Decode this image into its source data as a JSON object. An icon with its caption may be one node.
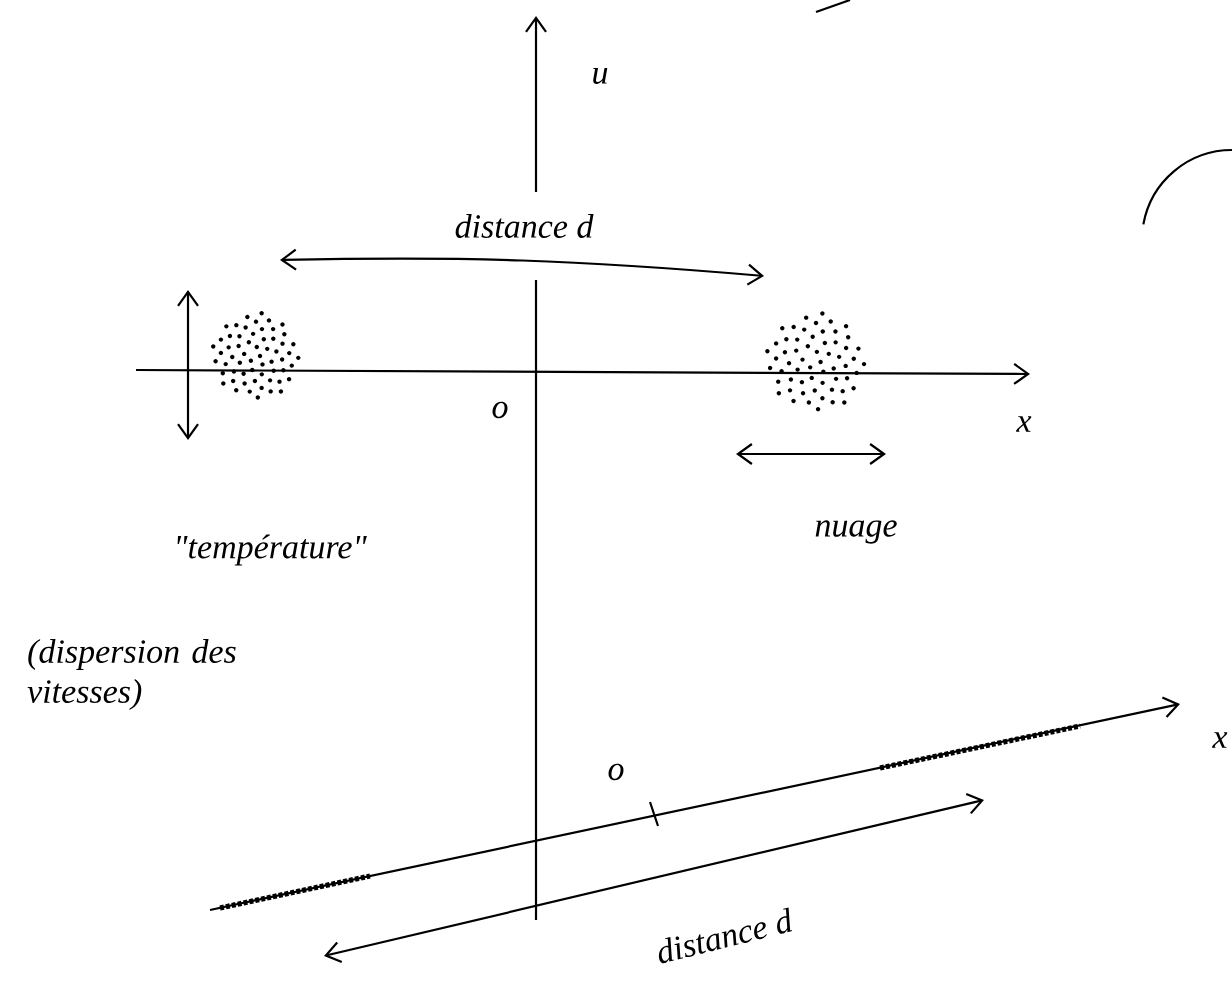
{
  "diagram": {
    "labels": [
      "u",
      "distance d",
      "o",
      "x",
      "nuage",
      "\"température\"",
      "(dispersion des vitesses)",
      "o",
      "x",
      "distance d"
    ]
  }
}
